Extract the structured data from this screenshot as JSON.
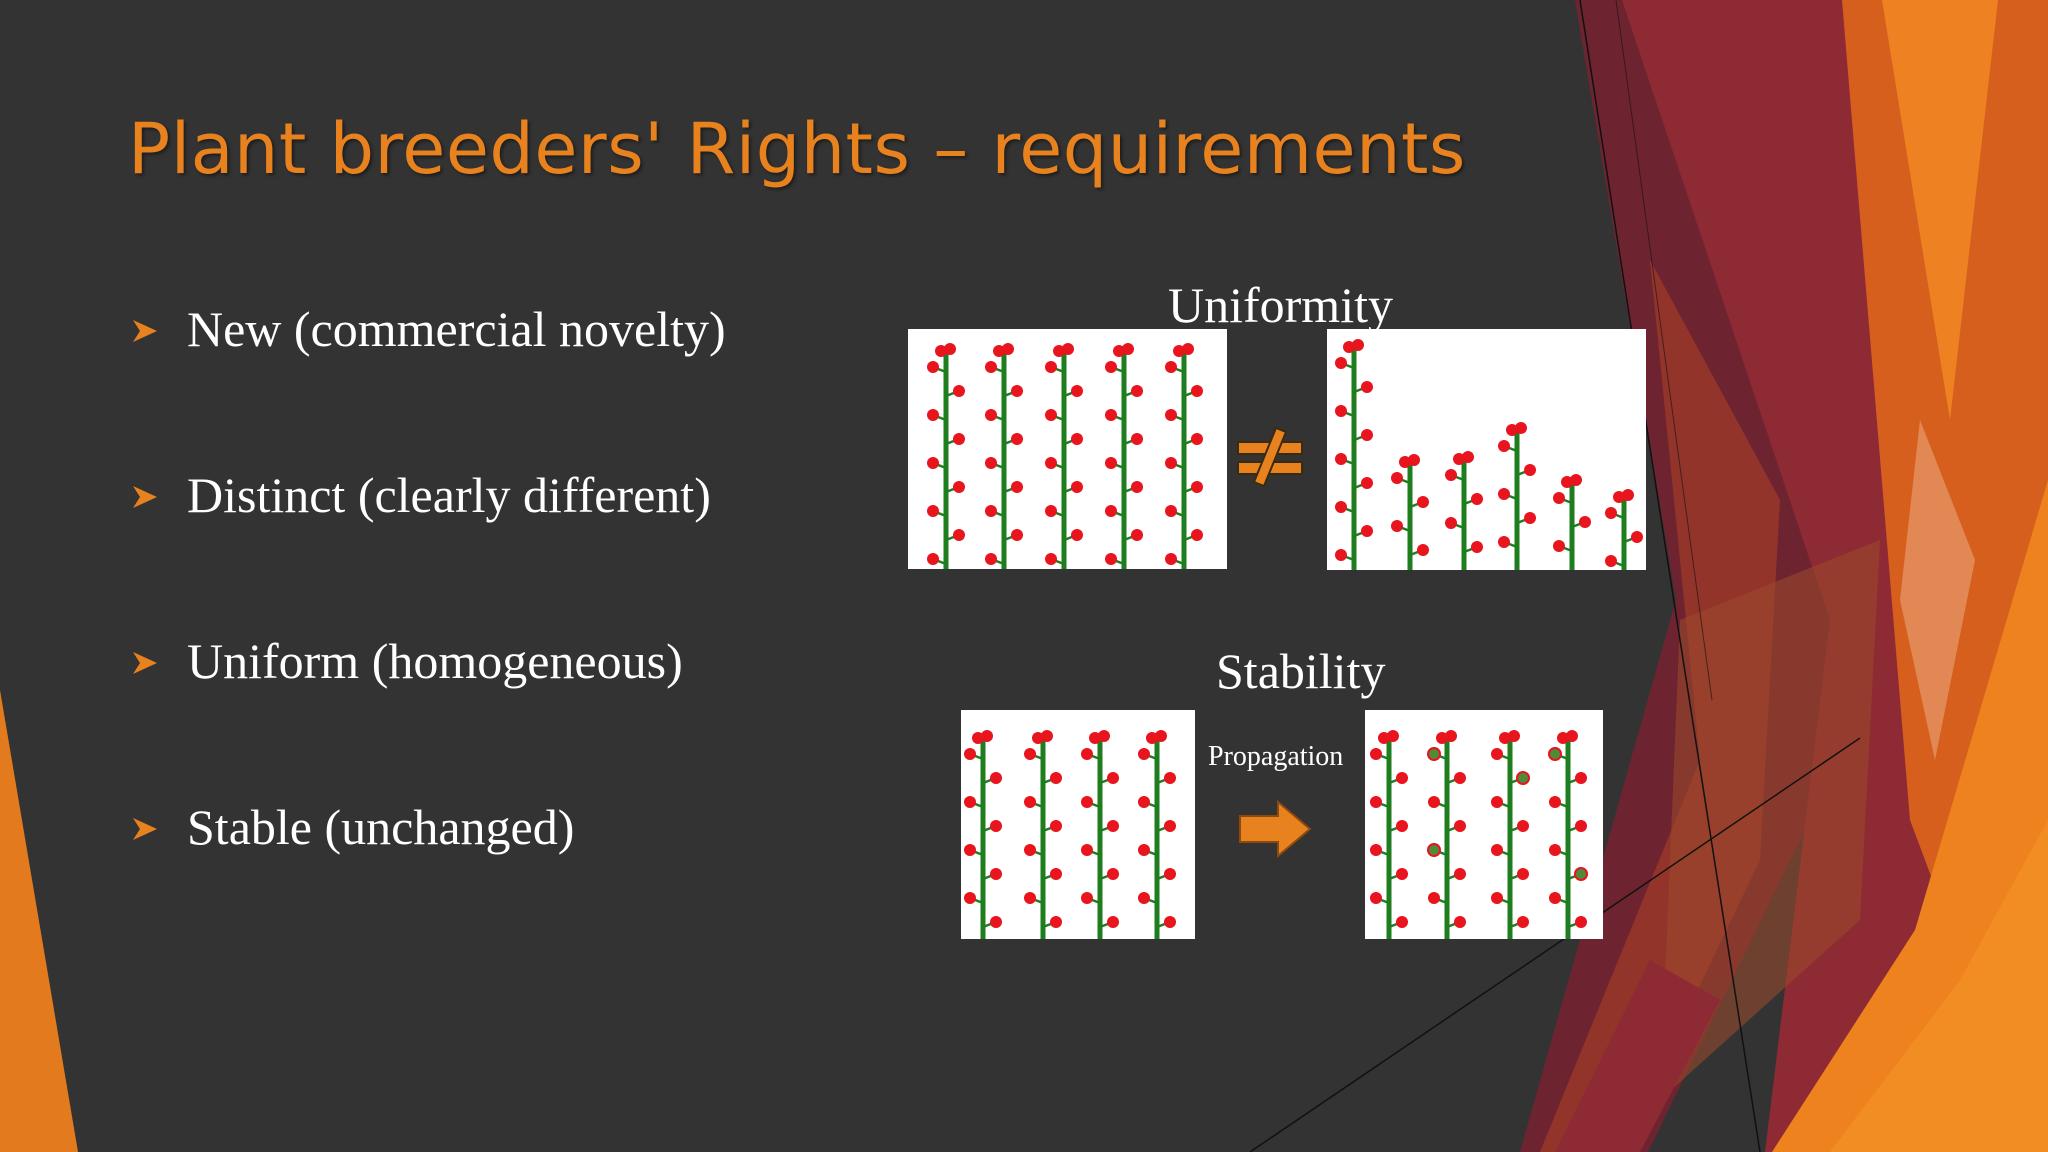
{
  "slide": {
    "title": "Plant breeders' Rights – requirements",
    "bullets": [
      "New (commercial novelty)",
      "Distinct (clearly different)",
      "Uniform (homogeneous)",
      "Stable (unchanged)"
    ]
  },
  "diagrams": {
    "uniformity_label": "Uniformity",
    "stability_label": "Stability",
    "propagation_label": "Propagation"
  },
  "colors": {
    "background": "#333333",
    "title": "#E8821E",
    "accent_orange": "#F07F1A",
    "accent_red": "#8E2A33",
    "stem": "#1E7D1E",
    "flower": "#E8141E",
    "off_type_flower": "#4E8C3C"
  },
  "icons": {
    "bullet": "arrowhead-bullet-icon",
    "not_equal": "not-equal-icon",
    "propagation": "right-arrow-icon"
  }
}
